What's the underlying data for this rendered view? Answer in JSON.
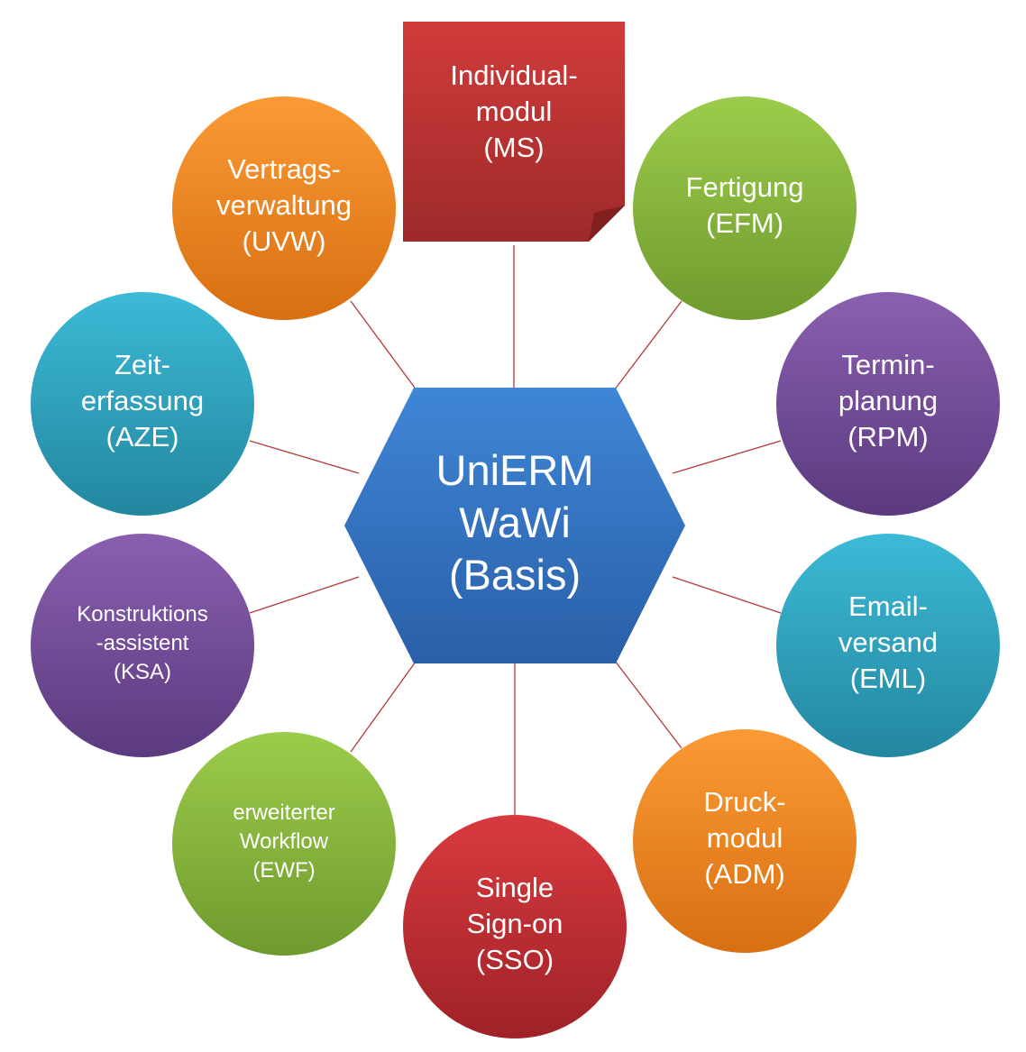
{
  "center": {
    "lines": [
      "UniERM",
      "WaWi",
      "(Basis)"
    ],
    "color_top": "#3f86d6",
    "color_bottom": "#2a5fa8"
  },
  "link_color": "#b23a3a",
  "modules": [
    {
      "id": "ms",
      "lines": [
        "Individual-",
        "modul",
        "(MS)"
      ],
      "shape": "note",
      "color_top": "#d13b3b",
      "color_bottom": "#9e2a2a"
    },
    {
      "id": "efm",
      "lines": [
        "Fertigung",
        "(EFM)"
      ],
      "shape": "circle",
      "color_top": "#9ccc4b",
      "color_bottom": "#6f9a2e"
    },
    {
      "id": "rpm",
      "lines": [
        "Termin-",
        "planung",
        "(RPM)"
      ],
      "shape": "circle",
      "color_top": "#8a5fb0",
      "color_bottom": "#5b3a7e"
    },
    {
      "id": "eml",
      "lines": [
        "Email-",
        "versand",
        "(EML)"
      ],
      "shape": "circle",
      "color_top": "#3cbad6",
      "color_bottom": "#23869f"
    },
    {
      "id": "adm",
      "lines": [
        "Druck-",
        "modul",
        "(ADM)"
      ],
      "shape": "circle",
      "color_top": "#fb9a34",
      "color_bottom": "#d86f12"
    },
    {
      "id": "sso",
      "lines": [
        "Single",
        "Sign-on",
        "(SSO)"
      ],
      "shape": "circle",
      "color_top": "#d83a3e",
      "color_bottom": "#9e2228"
    },
    {
      "id": "ewf",
      "lines": [
        "erweiterter",
        "Workflow",
        "(EWF)"
      ],
      "shape": "circle",
      "small": true,
      "color_top": "#9ccc4b",
      "color_bottom": "#6f9a2e"
    },
    {
      "id": "ksa",
      "lines": [
        "Konstruktions",
        "-assistent",
        "(KSA)"
      ],
      "shape": "circle",
      "small": true,
      "color_top": "#8a5fb0",
      "color_bottom": "#5b3a7e"
    },
    {
      "id": "aze",
      "lines": [
        "Zeit-",
        "erfassung",
        "(AZE)"
      ],
      "shape": "circle",
      "color_top": "#3cbad6",
      "color_bottom": "#23869f"
    },
    {
      "id": "uvw",
      "lines": [
        "Vertrags-",
        "verwaltung",
        "(UVW)"
      ],
      "shape": "circle",
      "color_top": "#fb9a34",
      "color_bottom": "#d86f12"
    }
  ]
}
